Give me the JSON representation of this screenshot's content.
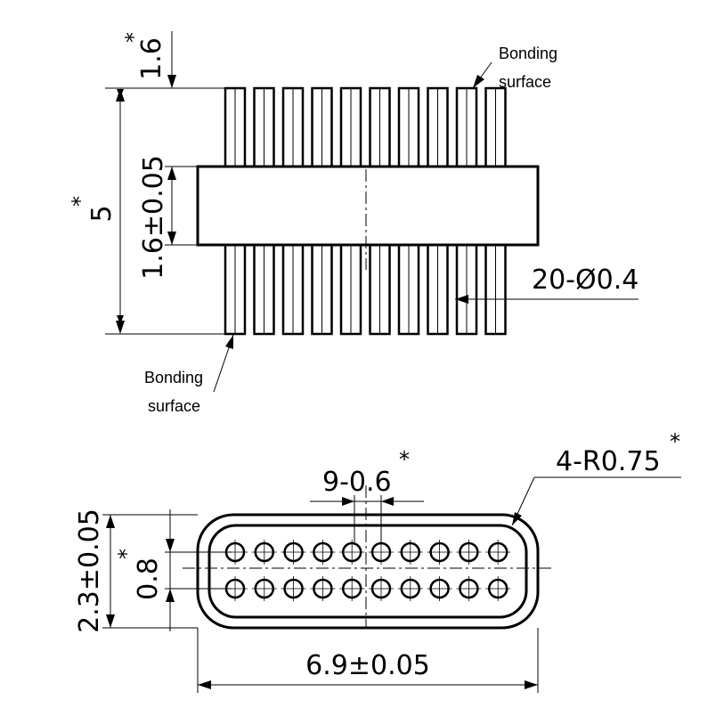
{
  "top_view": {
    "dim_top_gap": "1.6",
    "dim_top_gap_mark": "*",
    "dim_height": "5",
    "dim_height_mark": "*",
    "dim_body": "1.6±0.05",
    "dim_pins": "20-Ø0.4",
    "bonding_top_line1": "Bonding",
    "bonding_top_line2": "surface",
    "bonding_bottom_line1": "Bonding",
    "bonding_bottom_line2": "surface"
  },
  "bottom_view": {
    "dim_pitch": "9-0.6",
    "dim_pitch_mark": "*",
    "dim_radius": "4-R0.75",
    "dim_radius_mark": "*",
    "dim_height": "2.3±0.05",
    "dim_row_gap": "0.8",
    "dim_row_gap_mark": "*",
    "dim_width": "6.9±0.05"
  }
}
